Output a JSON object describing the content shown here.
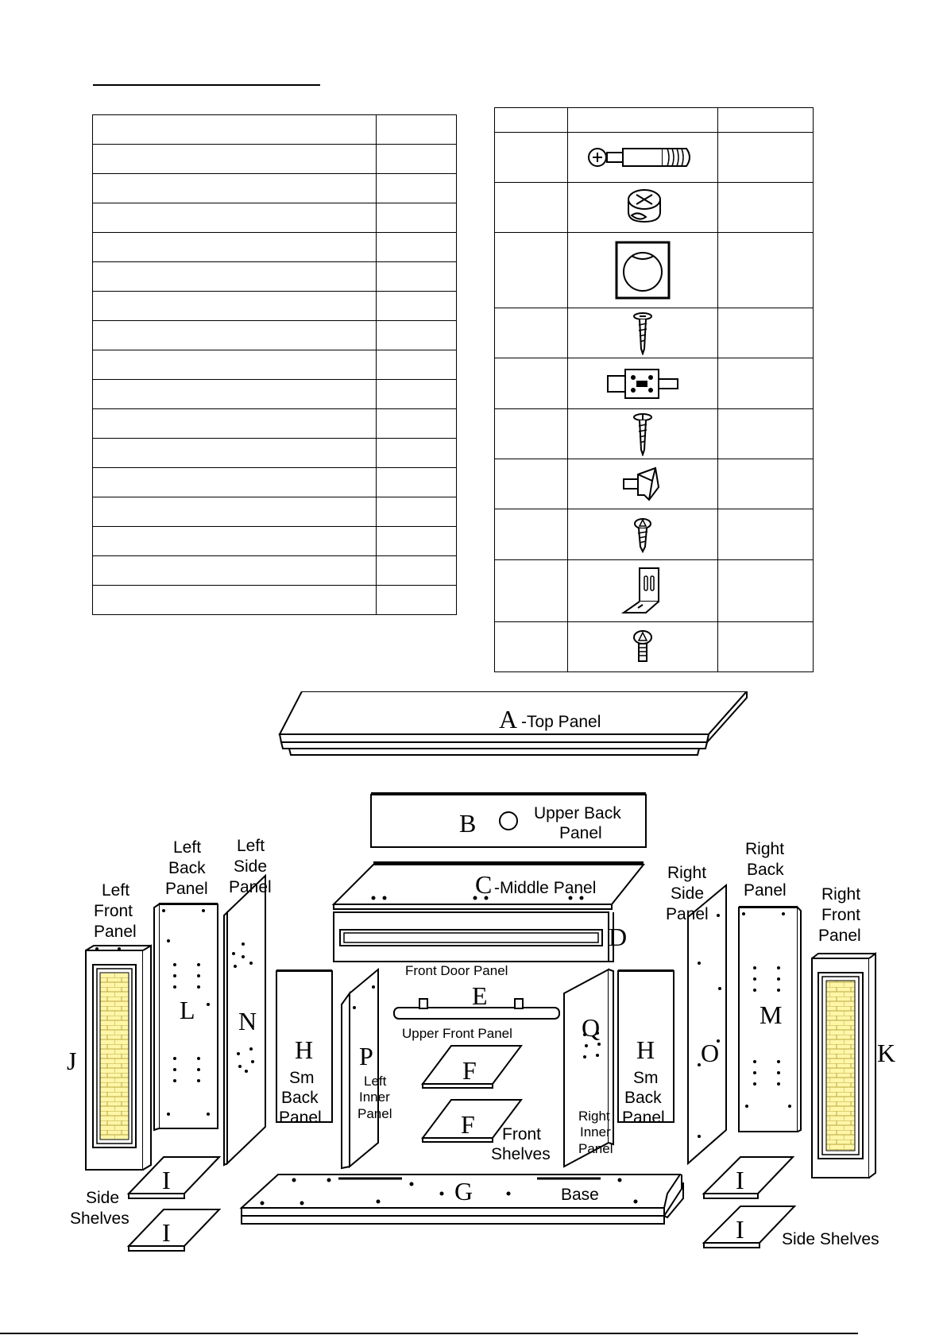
{
  "parts_rows": 17,
  "hardware_rows": 11,
  "hardware_icons": [
    "cam-bolt-icon",
    "cam-lock-icon",
    "cam-cover-icon",
    "wood-screw-icon",
    "door-latch-icon",
    "wood-screw-icon",
    "shelf-support-icon",
    "short-screw-icon",
    "l-bracket-icon",
    "machine-screw-icon"
  ],
  "diagram": {
    "a": {
      "letter": "A",
      "label": "-Top Panel"
    },
    "b": {
      "letter": "B",
      "label1": "Upper Back",
      "label2": "Panel"
    },
    "c": {
      "letter": "C",
      "label": "-Middle Panel"
    },
    "d": {
      "letter": "D",
      "label": "Front Door Panel"
    },
    "e": {
      "letter": "E",
      "label": "Upper Front Panel"
    },
    "f": {
      "letter": "F",
      "label1": "Front",
      "label2": "Shelves"
    },
    "g": {
      "letter": "G",
      "label": "Base"
    },
    "h": {
      "letter": "H",
      "label1": "Sm",
      "label2": "Back",
      "label3": "Panel"
    },
    "i": {
      "letter": "I",
      "label_left1": "Side",
      "label_left2": "Shelves",
      "label_right": "Side Shelves"
    },
    "j": {
      "letter": "J"
    },
    "k": {
      "letter": "K"
    },
    "l": {
      "letter": "L",
      "label1": "Left",
      "label2": "Back",
      "label3": "Panel"
    },
    "left_front": {
      "label1": "Left",
      "label2": "Front",
      "label3": "Panel"
    },
    "m": {
      "letter": "M",
      "label1": "Right",
      "label2": "Back",
      "label3": "Panel"
    },
    "n": {
      "letter": "N",
      "label1": "Left",
      "label2": "Side",
      "label3": "Panel"
    },
    "o": {
      "letter": "O",
      "label1": "Right",
      "label2": "Side",
      "label3": "Panel"
    },
    "p": {
      "letter": "P",
      "label1": "Left",
      "label2": "Inner",
      "label3": "Panel"
    },
    "q": {
      "letter": "Q",
      "label1": "Right",
      "label2": "Inner",
      "label3": "Panel"
    },
    "right_front": {
      "label1": "Right",
      "label2": "Front",
      "label3": "Panel"
    }
  }
}
